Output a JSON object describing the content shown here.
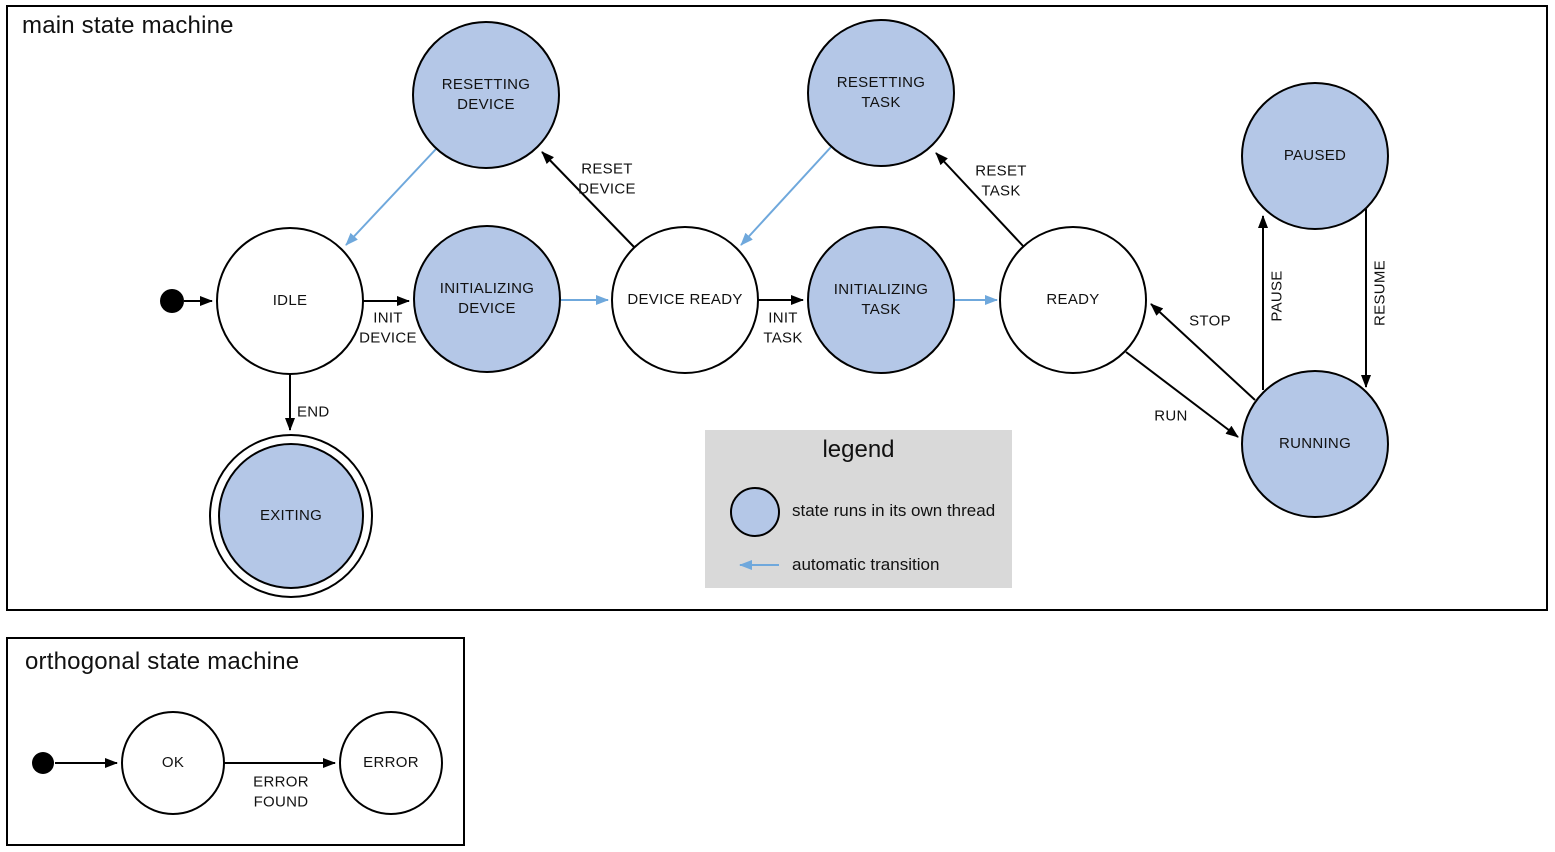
{
  "main": {
    "title": "main state machine",
    "states": {
      "idle": "IDLE",
      "initializing_device": "INITIALIZING DEVICE",
      "device_ready": "DEVICE READY",
      "initializing_task": "INITIALIZING TASK",
      "ready": "READY",
      "resetting_device": "RESETTING DEVICE",
      "resetting_task": "RESETTING TASK",
      "paused": "PAUSED",
      "running": "RUNNING",
      "exiting": "EXITING"
    },
    "threaded_states": [
      "INITIALIZING DEVICE",
      "INITIALIZING TASK",
      "RESETTING DEVICE",
      "RESETTING TASK",
      "PAUSED",
      "RUNNING",
      "EXITING"
    ],
    "final_states": [
      "EXITING"
    ],
    "transitions": {
      "init_device": "INIT DEVICE",
      "init_task": "INIT TASK",
      "reset_device": "RESET DEVICE",
      "reset_task": "RESET TASK",
      "run": "RUN",
      "stop": "STOP",
      "pause": "PAUSE",
      "resume": "RESUME",
      "end": "END"
    },
    "edges": [
      {
        "from": "initial",
        "to": "IDLE",
        "label": "",
        "automatic": false
      },
      {
        "from": "IDLE",
        "to": "INITIALIZING DEVICE",
        "label": "INIT DEVICE",
        "automatic": false
      },
      {
        "from": "INITIALIZING DEVICE",
        "to": "DEVICE READY",
        "label": "",
        "automatic": true
      },
      {
        "from": "DEVICE READY",
        "to": "RESETTING DEVICE",
        "label": "RESET DEVICE",
        "automatic": false
      },
      {
        "from": "RESETTING DEVICE",
        "to": "IDLE",
        "label": "",
        "automatic": true
      },
      {
        "from": "DEVICE READY",
        "to": "INITIALIZING TASK",
        "label": "INIT TASK",
        "automatic": false
      },
      {
        "from": "INITIALIZING TASK",
        "to": "READY",
        "label": "",
        "automatic": true
      },
      {
        "from": "READY",
        "to": "RESETTING TASK",
        "label": "RESET TASK",
        "automatic": false
      },
      {
        "from": "RESETTING TASK",
        "to": "DEVICE READY",
        "label": "",
        "automatic": true
      },
      {
        "from": "READY",
        "to": "RUNNING",
        "label": "RUN",
        "automatic": false
      },
      {
        "from": "RUNNING",
        "to": "READY",
        "label": "STOP",
        "automatic": false
      },
      {
        "from": "RUNNING",
        "to": "PAUSED",
        "label": "PAUSE",
        "automatic": false
      },
      {
        "from": "PAUSED",
        "to": "RUNNING",
        "label": "RESUME",
        "automatic": false
      },
      {
        "from": "IDLE",
        "to": "EXITING",
        "label": "END",
        "automatic": false
      }
    ]
  },
  "legend": {
    "title": "legend",
    "thread_note": "state runs in its own thread",
    "auto_note": "automatic transition"
  },
  "ortho": {
    "title": "orthogonal state machine",
    "states": {
      "ok": "OK",
      "error": "ERROR"
    },
    "transitions": {
      "error_found": "ERROR FOUND"
    },
    "edges": [
      {
        "from": "initial",
        "to": "OK",
        "label": "",
        "automatic": false
      },
      {
        "from": "OK",
        "to": "ERROR",
        "label": "ERROR FOUND",
        "automatic": false
      }
    ]
  },
  "colors": {
    "threaded_state_fill": "#b4c7e7",
    "automatic_transition": "#6fa8dc",
    "legend_background": "#d9d9d9",
    "line": "#000000"
  }
}
